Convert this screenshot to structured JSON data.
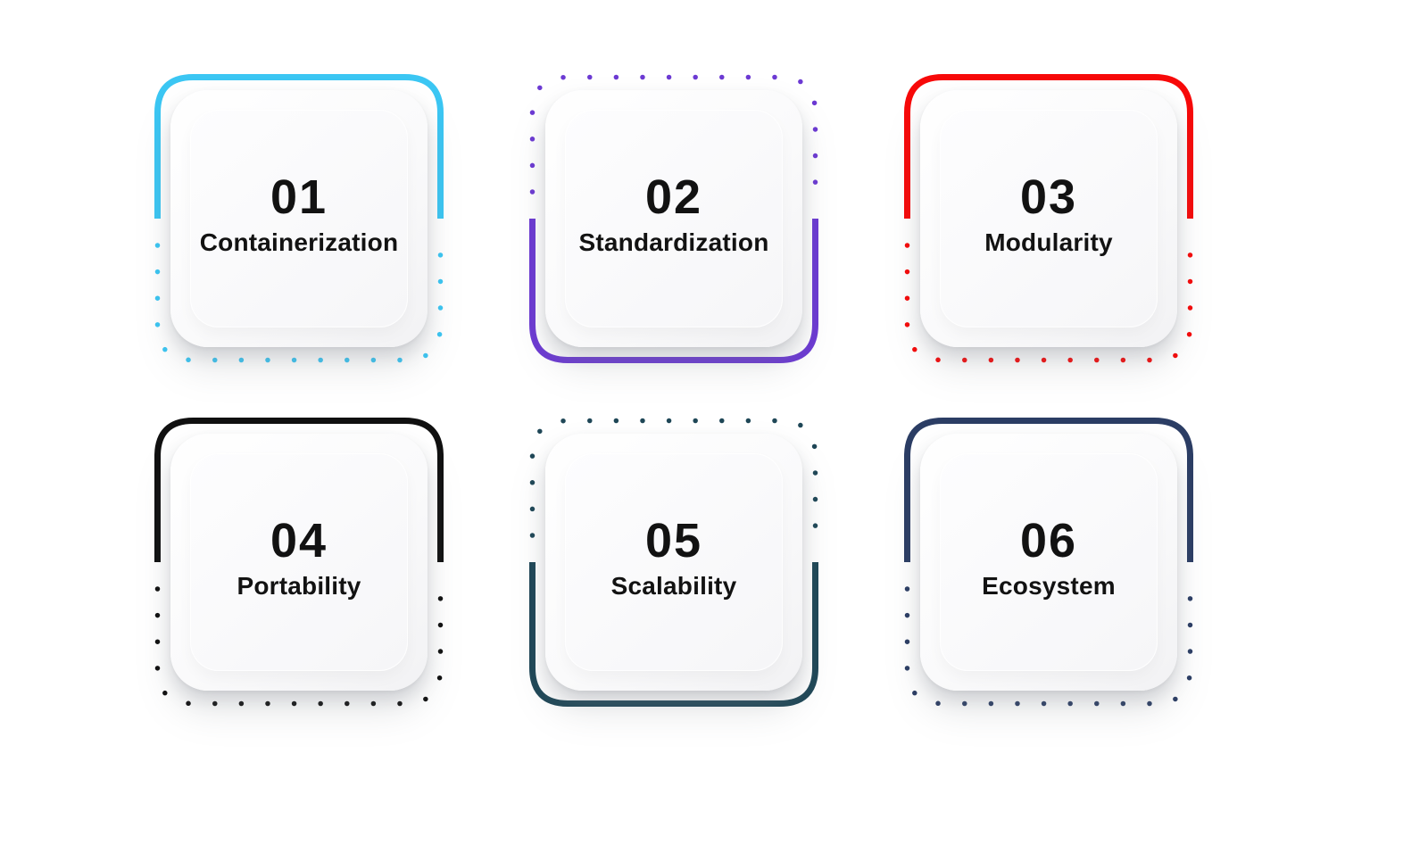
{
  "canvas": {
    "background": "#ffffff"
  },
  "cards": [
    {
      "number": "01",
      "label": "Containerization",
      "accent": "#3bc6f3",
      "solid_side": "top"
    },
    {
      "number": "02",
      "label": "Standardization",
      "accent": "#6c3ad3",
      "solid_side": "bottom"
    },
    {
      "number": "03",
      "label": "Modularity",
      "accent": "#f70909",
      "solid_side": "top"
    },
    {
      "number": "04",
      "label": "Portability",
      "accent": "#101010",
      "solid_side": "top"
    },
    {
      "number": "05",
      "label": "Scalability",
      "accent": "#1f4757",
      "solid_side": "bottom"
    },
    {
      "number": "06",
      "label": "Ecosystem",
      "accent": "#2b3d64",
      "solid_side": "top"
    }
  ]
}
